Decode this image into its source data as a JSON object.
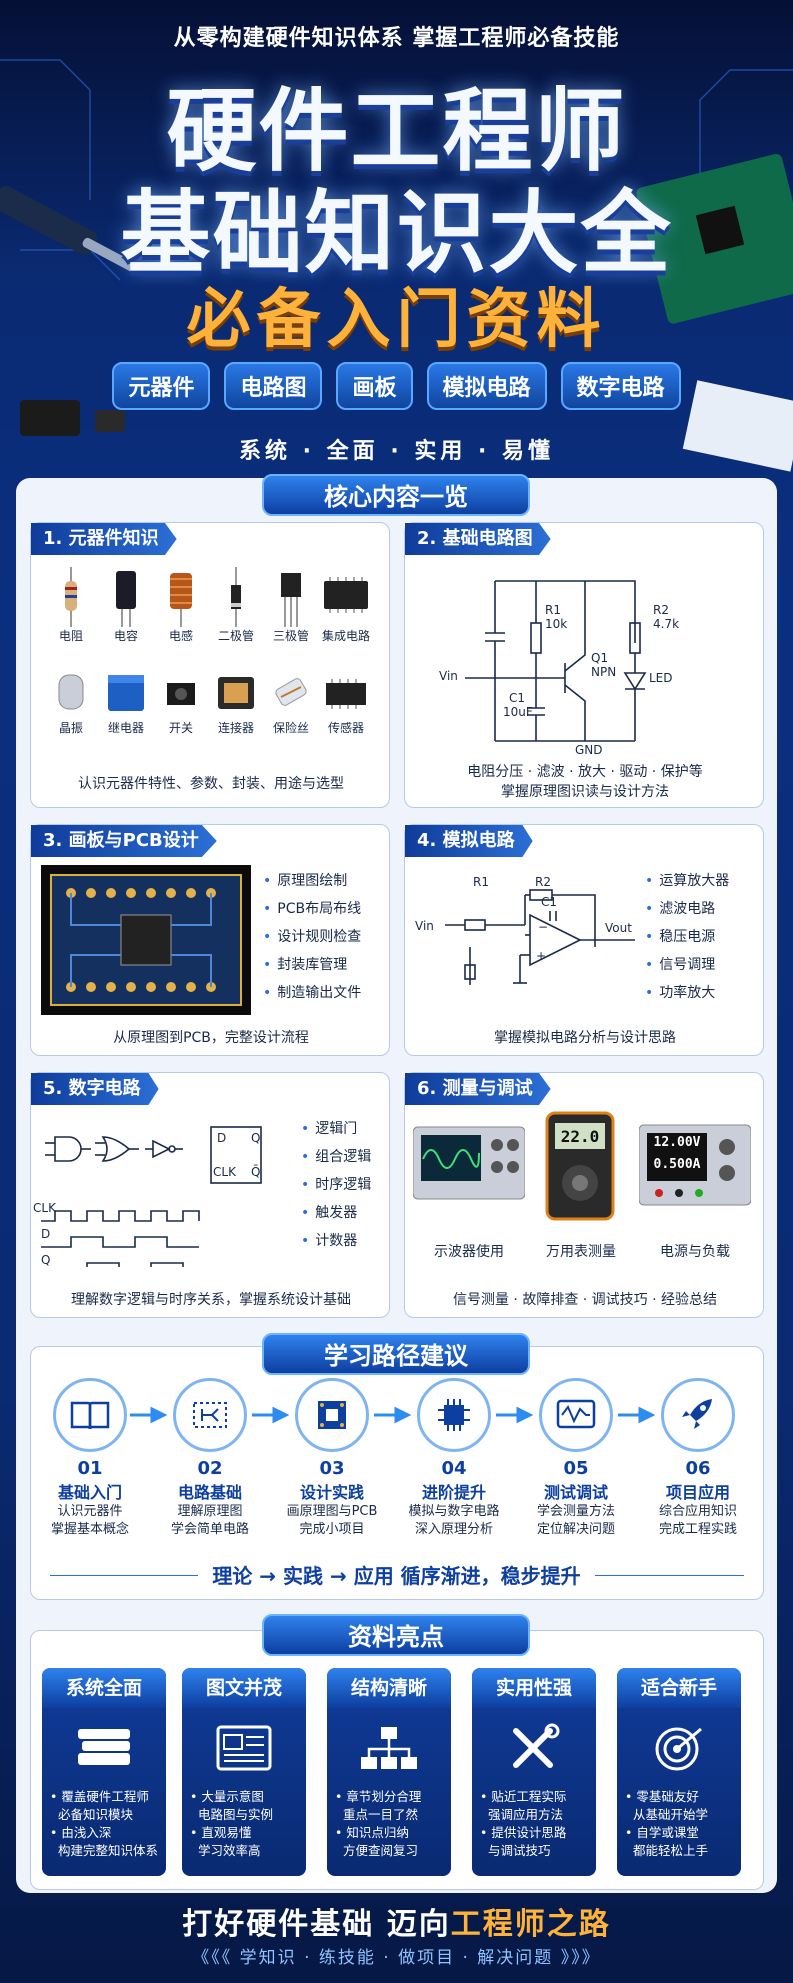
{
  "header": {
    "tagline": "从零构建硬件知识体系   掌握工程师必备技能",
    "title_line1": "硬件工程师",
    "title_line2": "基础知识大全",
    "title_line3": "必备入门资料",
    "pills": [
      "元器件",
      "电路图",
      "画板",
      "模拟电路",
      "数字电路"
    ],
    "motto": "系统 · 全面 · 实用 · 易懂"
  },
  "overview": {
    "heading": "核心内容一览"
  },
  "card1": {
    "title": "1. 元器件知识",
    "items": [
      "电阻",
      "电容",
      "电感",
      "二极管",
      "三极管",
      "集成电路",
      "晶振",
      "继电器",
      "开关",
      "连接器",
      "保险丝",
      "传感器"
    ],
    "caption": "认识元器件特性、参数、封装、用途与选型"
  },
  "card2": {
    "title": "2. 基础电路图",
    "labels": {
      "vin": "Vin",
      "r1": "R1",
      "r1v": "10k",
      "r2": "R2",
      "r2v": "4.7k",
      "c1": "C1",
      "c1v": "10uF",
      "q1": "Q1",
      "q1t": "NPN",
      "led": "LED",
      "gnd": "GND"
    },
    "caption1": "电阻分压 · 滤波 · 放大 · 驱动 · 保护等",
    "caption2": "掌握原理图识读与设计方法"
  },
  "card3": {
    "title": "3. 画板与PCB设计",
    "bullets": [
      "原理图绘制",
      "PCB布局布线",
      "设计规则检查",
      "封装库管理",
      "制造输出文件"
    ],
    "caption": "从原理图到PCB，完整设计流程"
  },
  "card4": {
    "title": "4. 模拟电路",
    "labels": {
      "r1": "R1",
      "r2": "R2",
      "c1": "C1",
      "vin": "Vin",
      "vout": "Vout"
    },
    "bullets": [
      "运算放大器",
      "滤波电路",
      "稳压电源",
      "信号调理",
      "功率放大"
    ],
    "caption": "掌握模拟电路分析与设计思路"
  },
  "card5": {
    "title": "5. 数字电路",
    "labels": {
      "d": "D",
      "q": "Q",
      "clk": "CLK",
      "qbar": "Q̄",
      "clk2": "CLK",
      "d2": "D",
      "q2": "Q"
    },
    "bullets": [
      "逻辑门",
      "组合逻辑",
      "时序逻辑",
      "触发器",
      "计数器"
    ],
    "caption": "理解数字逻辑与时序关系，掌握系统设计基础"
  },
  "card6": {
    "title": "6. 测量与调试",
    "instruments": [
      "示波器使用",
      "万用表测量",
      "电源与负载"
    ],
    "readouts": {
      "meter": "22.0",
      "psu_v": "12.00V",
      "psu_a": "0.500A"
    },
    "caption": "信号测量 · 故障排查 · 调试技巧 · 经验总结"
  },
  "path": {
    "heading": "学习路径建议",
    "steps": [
      {
        "num": "01",
        "name": "基础入门",
        "d1": "认识元器件",
        "d2": "掌握基本概念"
      },
      {
        "num": "02",
        "name": "电路基础",
        "d1": "理解原理图",
        "d2": "学会简单电路"
      },
      {
        "num": "03",
        "name": "设计实践",
        "d1": "画原理图与PCB",
        "d2": "完成小项目"
      },
      {
        "num": "04",
        "name": "进阶提升",
        "d1": "模拟与数字电路",
        "d2": "深入原理分析"
      },
      {
        "num": "05",
        "name": "测试调试",
        "d1": "学会测量方法",
        "d2": "定位解决问题"
      },
      {
        "num": "06",
        "name": "项目应用",
        "d1": "综合应用知识",
        "d2": "完成工程实践"
      }
    ],
    "slogan": "理论  →  实践  →  应用    循序渐进，稳步提升"
  },
  "highlights": {
    "heading": "资料亮点",
    "cards": [
      {
        "title": "系统全面",
        "b1a": "覆盖硬件工程师",
        "b1b": "必备知识模块",
        "b2a": "由浅入深",
        "b2b": "构建完整知识体系"
      },
      {
        "title": "图文并茂",
        "b1a": "大量示意图",
        "b1b": "电路图与实例",
        "b2a": "直观易懂",
        "b2b": "学习效率高"
      },
      {
        "title": "结构清晰",
        "b1a": "章节划分合理",
        "b1b": "重点一目了然",
        "b2a": "知识点归纳",
        "b2b": "方便查阅复习"
      },
      {
        "title": "实用性强",
        "b1a": "贴近工程实际",
        "b1b": "强调应用方法",
        "b2a": "提供设计思路",
        "b2b": "与调试技巧"
      },
      {
        "title": "适合新手",
        "b1a": "零基础友好",
        "b1b": "从基础开始学",
        "b2a": "自学或课堂",
        "b2b": "都能轻松上手"
      }
    ]
  },
  "footer": {
    "line1a": "打好硬件基础   迈向",
    "line1b": "工程师之路",
    "line2": "《《《 学知识 · 练技能 · 做项目 · 解决问题 》》》"
  },
  "colors": {
    "accent": "#ffb23a",
    "brand": "#0d3fa0"
  }
}
